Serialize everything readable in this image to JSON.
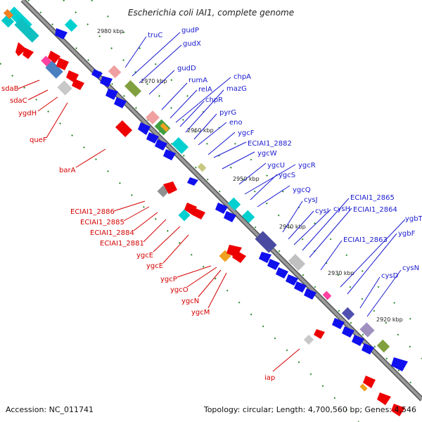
{
  "title": "Escherichia coli IAI1, complete genome",
  "footer": {
    "accession": "Accession: NC_011741",
    "summary": "Topology: circular; Length: 4,700,560 bp; Genes: 4,546"
  },
  "kbp_labels": [
    "2980 kbp",
    "2970 kbp",
    "2960 kbp",
    "2950 kbp",
    "2940 kbp",
    "2930 kbp",
    "2920 kbp"
  ],
  "reverse_strand_genes": [
    "sdaB",
    "sdaC",
    "ygdH",
    "queF",
    "barA",
    "ECIAI1_2886",
    "ECIAI1_2885",
    "ECIAI1_2884",
    "ECIAI1_2881",
    "ygcE",
    "ygcE",
    "ygcP",
    "ygcO",
    "ygcN",
    "ygcM",
    "iap"
  ],
  "forward_strand_genes": [
    "truC",
    "gudP",
    "gudX",
    "gudD",
    "rumA",
    "relA",
    "chpA",
    "chpR",
    "mazG",
    "pyrG",
    "eno",
    "ygcF",
    "ECIAI1_2882",
    "ygcW",
    "ygcU",
    "ygcR",
    "ygcS",
    "ygcQ",
    "cysJ",
    "cysI",
    "cysH",
    "ECIAI1_2865",
    "ECIAI1_2864",
    "ECIAI1_2863",
    "ygbT",
    "ygbF",
    "cysD",
    "cysN"
  ],
  "colors": {
    "reverse_label": "#d40000",
    "forward_label": "#1a1ad0",
    "backbone": "#8c8c8c",
    "tick": "#2a8a2a"
  }
}
